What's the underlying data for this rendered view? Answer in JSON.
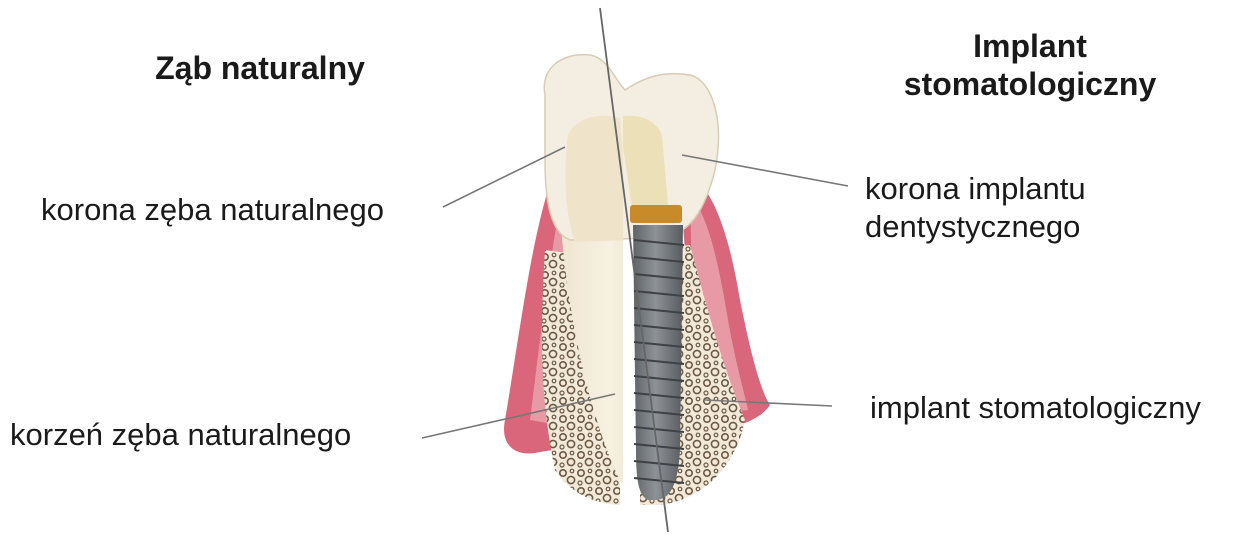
{
  "titles": {
    "natural": "Ząb naturalny",
    "implant_line1": "Implant",
    "implant_line2": "stomatologiczny"
  },
  "labels": {
    "natural_crown": "korona zęba naturalnego",
    "natural_root": "korzeń zęba naturalnego",
    "implant_crown_line1": "korona implantu",
    "implant_crown_line2": "dentystycznego",
    "implant_fixture": "implant stomatologiczny"
  },
  "colors": {
    "gum": "#d9667a",
    "gum_light": "#f0b6bf",
    "bone": "#f2e9d8",
    "enamel": "#f4eee2",
    "dentin": "#efe3c9",
    "implant_metal": "#6f7478",
    "abutment_band": "#c98a2a",
    "leader_line": "#777777"
  }
}
